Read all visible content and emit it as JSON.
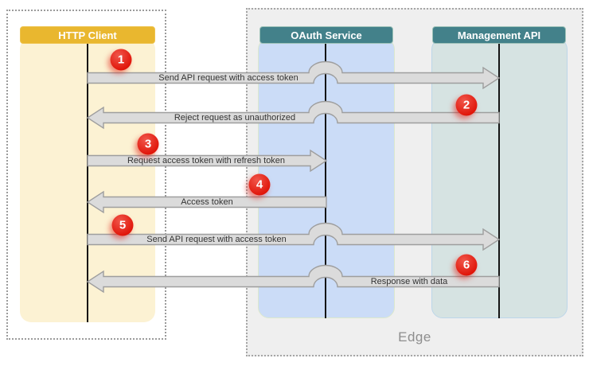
{
  "actors": [
    {
      "label": "HTTP Client"
    },
    {
      "label": "OAuth Service"
    },
    {
      "label": "Management API"
    }
  ],
  "edge": {
    "label": "Edge"
  },
  "messages": [
    {
      "step": "1",
      "label": "Send API request with access token",
      "from": "HTTP Client",
      "to": "Management API"
    },
    {
      "step": "2",
      "label": "Reject request as unauthorized",
      "from": "Management API",
      "to": "HTTP Client"
    },
    {
      "step": "3",
      "label": "Request access token with refresh token",
      "from": "HTTP Client",
      "to": "OAuth Service"
    },
    {
      "step": "4",
      "label": "Access token",
      "from": "OAuth Service",
      "to": "HTTP Client"
    },
    {
      "step": "5",
      "label": "Send API request with access token",
      "from": "HTTP Client",
      "to": "Management API"
    },
    {
      "step": "6",
      "label": "Response with data",
      "from": "Management API",
      "to": "HTTP Client"
    }
  ],
  "colors": {
    "http_header": "#e9b72f",
    "service_header": "#43818a",
    "http_body": "#fcf2d3",
    "oauth_body": "#cbdcf7",
    "management_body": "#d6e3e2",
    "arrow_fill": "#dbdbdb",
    "arrow_stroke": "#9e9e9e",
    "badge_red": "#e01408",
    "edge_background": "#efefef"
  }
}
